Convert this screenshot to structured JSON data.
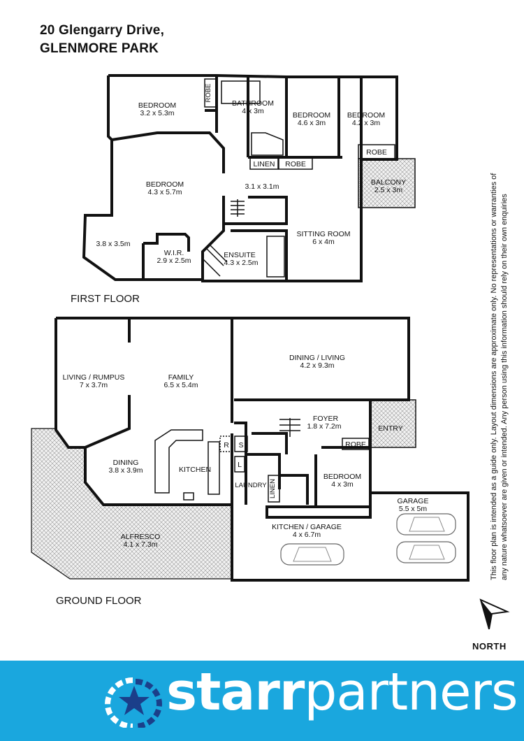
{
  "header": {
    "line1": "20 Glengarry Drive,",
    "line2": "GLENMORE PARK"
  },
  "floors": {
    "first": {
      "label": "FIRST FLOOR",
      "rooms": [
        {
          "name": "BEDROOM",
          "size": "3.2 x 5.3m"
        },
        {
          "name": "ROBE",
          "size": ""
        },
        {
          "name": "BATHROOM",
          "size": "4 x 3m"
        },
        {
          "name": "BEDROOM",
          "size": "4.6 x 3m"
        },
        {
          "name": "BEDROOM",
          "size": "4.2 x 3m"
        },
        {
          "name": "ROBE",
          "size": ""
        },
        {
          "name": "LINEN",
          "size": ""
        },
        {
          "name": "ROBE",
          "size": ""
        },
        {
          "name": "BALCONY",
          "size": "2.5 x 3m"
        },
        {
          "name": "BEDROOM",
          "size": "4.3 x 5.7m"
        },
        {
          "name": "",
          "size": "3.1 x 3.1m"
        },
        {
          "name": "",
          "size": "3.8 x 3.5m"
        },
        {
          "name": "W.I.R.",
          "size": "2.9 x 2.5m"
        },
        {
          "name": "ENSUITE",
          "size": "4.3 x 2.5m"
        },
        {
          "name": "SITTING ROOM",
          "size": "6 x 4m"
        }
      ]
    },
    "ground": {
      "label": "GROUND FLOOR",
      "rooms": [
        {
          "name": "LIVING / RUMPUS",
          "size": "7 x 3.7m"
        },
        {
          "name": "FAMILY",
          "size": "6.5 x 5.4m"
        },
        {
          "name": "DINING / LIVING",
          "size": "4.2 x 9.3m"
        },
        {
          "name": "FOYER",
          "size": "1.8 x 7.2m"
        },
        {
          "name": "ENTRY",
          "size": ""
        },
        {
          "name": "ROBE",
          "size": ""
        },
        {
          "name": "R",
          "size": ""
        },
        {
          "name": "S",
          "size": ""
        },
        {
          "name": "L",
          "size": ""
        },
        {
          "name": "DINING",
          "size": "3.8 x 3.9m"
        },
        {
          "name": "KITCHEN",
          "size": ""
        },
        {
          "name": "LAUNDRY",
          "size": ""
        },
        {
          "name": "LINEN",
          "size": ""
        },
        {
          "name": "BEDROOM",
          "size": "4 x 3m"
        },
        {
          "name": "GARAGE",
          "size": "5.5 x 5m"
        },
        {
          "name": "KITCHEN / GARAGE",
          "size": "4 x 6.7m"
        },
        {
          "name": "ALFRESCO",
          "size": "4.1 x 7.3m"
        }
      ]
    }
  },
  "disclaimer": "This floor plan is intended as a guide only. Layout dimensions are approximate only. No representations or warranties of any nature whatsoever are given or intended. Any person using this information should rely on their own enquiries",
  "compass": {
    "label": "NORTH",
    "icon": "north-arrow-icon"
  },
  "brand": {
    "name_part1": "starr",
    "name_part2": "partners",
    "logo_icon": "star-globe-logo-icon",
    "bg_color": "#1aa7de",
    "text_color": "#ffffff"
  }
}
